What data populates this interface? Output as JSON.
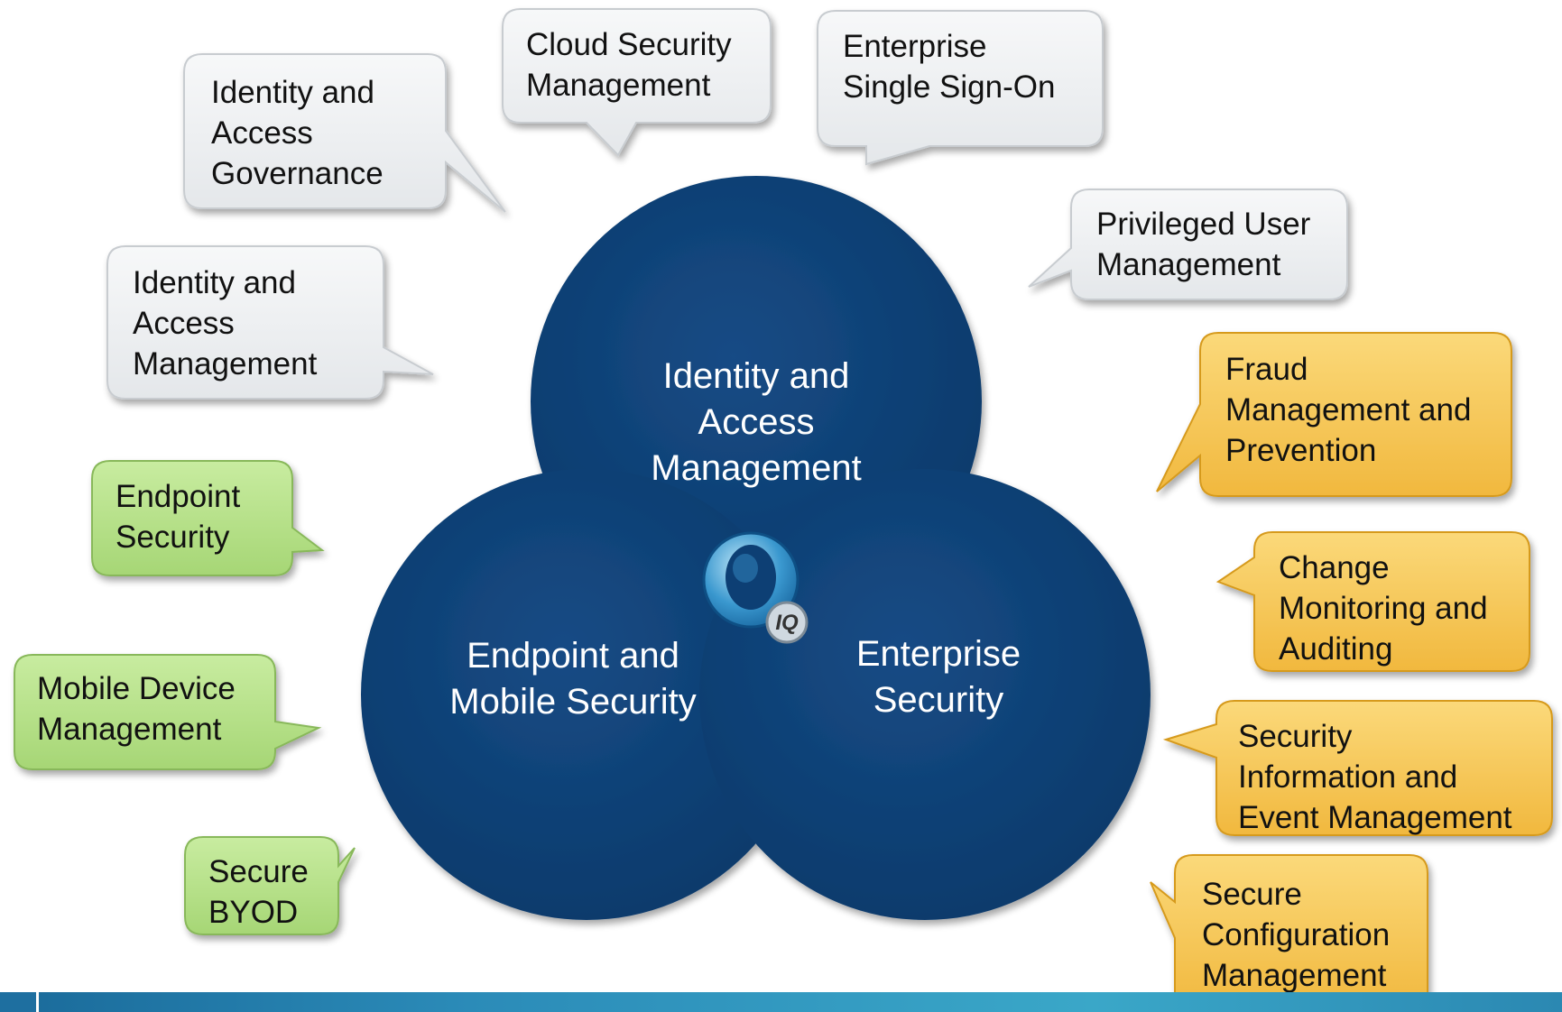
{
  "center": {
    "top": [
      "Identity and",
      "Access",
      "Management"
    ],
    "left": [
      "Endpoint and",
      "Mobile Security"
    ],
    "right": [
      "Enterprise",
      "Security"
    ]
  },
  "colors": {
    "circle": "#0d3f74",
    "gray_bubble": "#eef0f2",
    "green_bubble": "#b8e08a",
    "yellow_bubble": "#f8c95a",
    "footer": "#2b8bb8"
  },
  "logo_icon": "iq-logo-icon",
  "bubbles": {
    "iag": [
      "Identity and",
      "Access",
      "Governance"
    ],
    "cloud": [
      "Cloud Security",
      "Management"
    ],
    "esso": [
      "Enterprise",
      "Single Sign-On"
    ],
    "privileged": [
      "Privileged User",
      "Management"
    ],
    "iam": [
      "Identity and",
      "Access",
      "Management"
    ],
    "endpoint": [
      "Endpoint",
      "Security"
    ],
    "mdm": [
      "Mobile Device",
      "Management"
    ],
    "byod": [
      "Secure",
      "BYOD"
    ],
    "fraud": [
      "Fraud",
      "Management and",
      "Prevention"
    ],
    "change": [
      "Change",
      "Monitoring and",
      "Auditing"
    ],
    "siem": [
      "Security",
      "Information and",
      "Event Management"
    ],
    "scm": [
      "Secure",
      "Configuration",
      "Management"
    ]
  }
}
